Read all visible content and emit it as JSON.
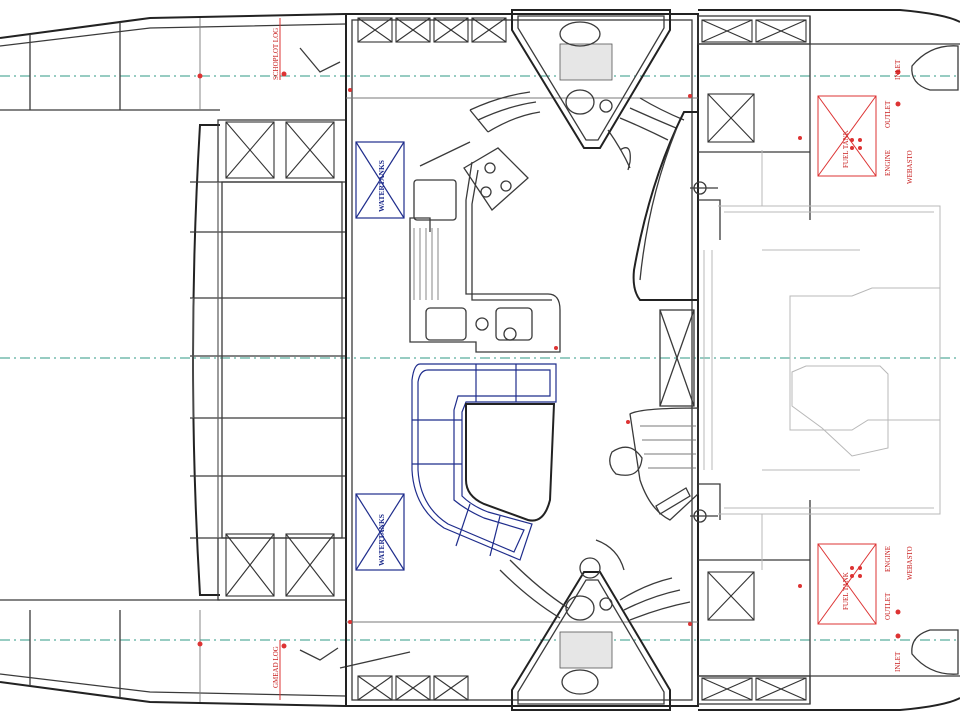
{
  "labels": {
    "water_tank_top": "WATERTANKS",
    "water_tank_bottom": "WATERTANKS",
    "log_top": "SCHOPLOT LOG",
    "log_bottom": "GMEAD LOG",
    "fuel_tank_top": "FUEL TANK",
    "fuel_tank_bottom": "FUEL TANK",
    "engine_top": "ENGINE",
    "engine_bottom": "ENGINE",
    "webasto_top": "WEBASTO",
    "webasto_bottom": "WEBASTO",
    "outlet_top": "OUTLET",
    "outlet_bottom": "OUTLET",
    "inlet_top": "INLET",
    "inlet_bottom": "INLET"
  },
  "colors": {
    "line": "#3a3a3a",
    "label_blue": "#1f2d8c",
    "label_red": "#c82020",
    "centerline": "#2f9a86"
  }
}
